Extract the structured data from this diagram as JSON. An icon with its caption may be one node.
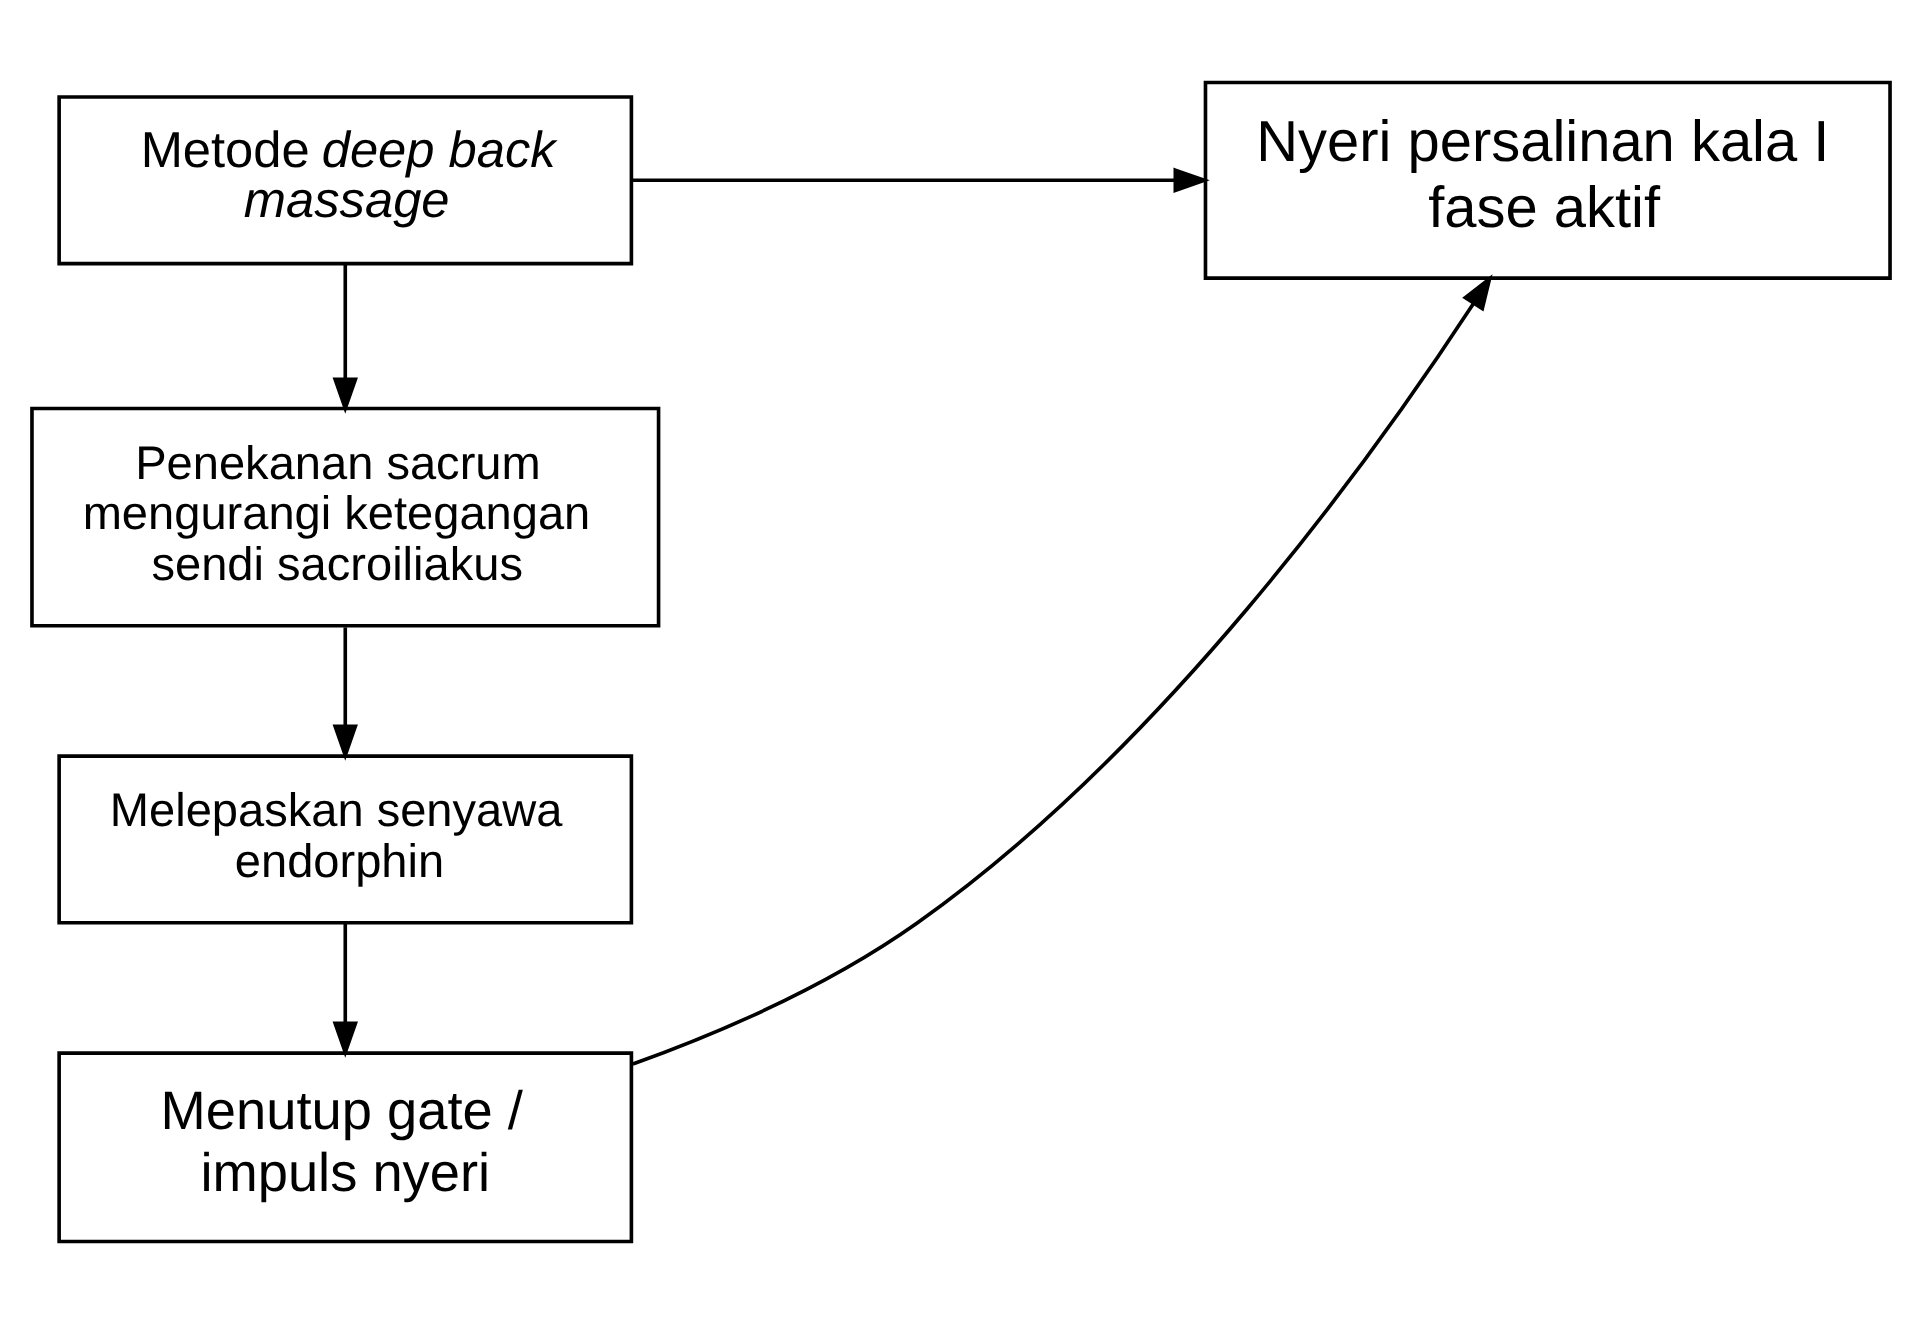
{
  "diagram": {
    "nodes": [
      {
        "text": [
          "Metode *deep back massage*"
        ]
      },
      {
        "text": [
          "Nyeri persalinan kala I fase aktif"
        ]
      },
      {
        "text": [
          "Penekanan sacrum mengurangi ketegangan sendi sacroiliakus"
        ]
      },
      {
        "text": [
          "Melepaskan senyawa endorphin"
        ]
      },
      {
        "text": [
          "Menutup gate / impuls nyeri"
        ]
      }
    ],
    "edges": [
      {
        "from": 0,
        "to": 1,
        "arrow": "to"
      },
      {
        "from": 0,
        "to": 2,
        "arrow": "to"
      },
      {
        "from": 2,
        "to": 3,
        "arrow": "to"
      },
      {
        "from": 3,
        "to": 4,
        "arrow": "to"
      },
      {
        "from": 4,
        "to": 1,
        "arrow": "to"
      }
    ]
  }
}
